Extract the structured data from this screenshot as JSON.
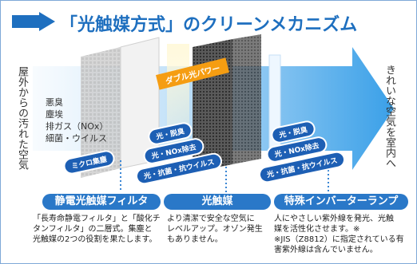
{
  "title": "「光触媒方式」のクリーンメカニズム",
  "left_vertical": "屋外からの汚れた空気",
  "right_vertical": "きれいな空気を室内へ",
  "pollutants": [
    "悪臭",
    "塵埃",
    "排ガス（NOx）",
    "細菌・ウイルス"
  ],
  "micro_dust_label": "ミクロ集塵",
  "double_power_tag": "ダブル光パワー",
  "effects_center": [
    "光・脱臭",
    "光・NOx除去",
    "光・抗菌・抗ウイルス"
  ],
  "effects_right": [
    "光・脱臭",
    "光・NOx除去",
    "光・抗菌・抗ウイルス"
  ],
  "sections": [
    {
      "label": "静電光触媒フィルタ",
      "desc": [
        "「長寿命静電フィルタ」と「酸化チ",
        "タンフィルタ」の二層式。集塵と",
        "光触媒の2つの役割を果たします。"
      ]
    },
    {
      "label": "光触媒",
      "desc": [
        "より清潔で安全な空気に",
        "レベルアップ。オゾン発生",
        "もありません。"
      ]
    },
    {
      "label": "特殊インバーターランプ",
      "desc": [
        "人にやさしい紫外線を発光、光触",
        "媒を活性化させます。※",
        "※JIS（Z8812）に指定されている有",
        "害紫外線は含んでいません。"
      ]
    }
  ],
  "colors": {
    "title_blue": "#1e6fbf",
    "label_blue": "#2a78c8",
    "pill_navy": "#1d5fb4",
    "tag_orange": "#f59d12",
    "arrow_blue": "#3aa0e8"
  }
}
